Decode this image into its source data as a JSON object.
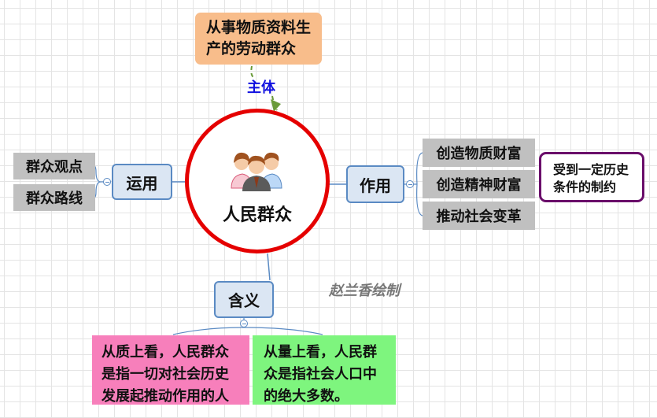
{
  "center": {
    "title": "人民群众",
    "icon": "people-group-icon",
    "border_color": "#e50000"
  },
  "subject": {
    "text_line1": "从事物质资料生",
    "text_line2": "产的劳动群众",
    "relation_label": "主体",
    "color": "#f8bd8b"
  },
  "branches": {
    "application": {
      "label": "运用",
      "items": [
        "群众观点",
        "群众路线"
      ]
    },
    "role": {
      "label": "作用",
      "items": [
        "创造物质财富",
        "创造精神财富",
        "推动社会变革"
      ],
      "note_line1": "受到一定历史",
      "note_line2": "条件的制约"
    },
    "meaning": {
      "label": "含义",
      "quality": {
        "line1": "从质上看，人民群众",
        "line2": "是指一切对社会历史",
        "line3": "发展起推动作用的人",
        "color": "#f77fbb"
      },
      "quantity": {
        "line1": "从量上看，人民群",
        "line2": "众是指社会人口中",
        "line3": "的绝大多数。",
        "color": "#7ef57e"
      }
    }
  },
  "author": "赵兰香绘制"
}
